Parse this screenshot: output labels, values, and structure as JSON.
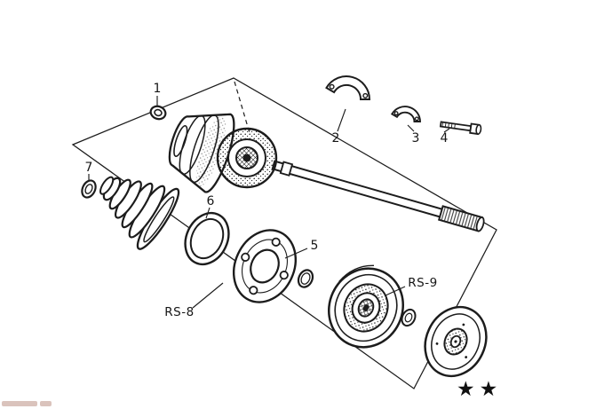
{
  "colors": {
    "ink": "#1c1c1c",
    "paper": "#ffffff"
  },
  "part_labels": {
    "1": "1",
    "2": "2",
    "3": "3",
    "4": "4",
    "5": "5",
    "6": "6",
    "7": "7"
  },
  "assembly_labels": {
    "rs8": "RS-8",
    "rs9": "RS-9"
  },
  "footnote": {
    "stars": "★★"
  }
}
